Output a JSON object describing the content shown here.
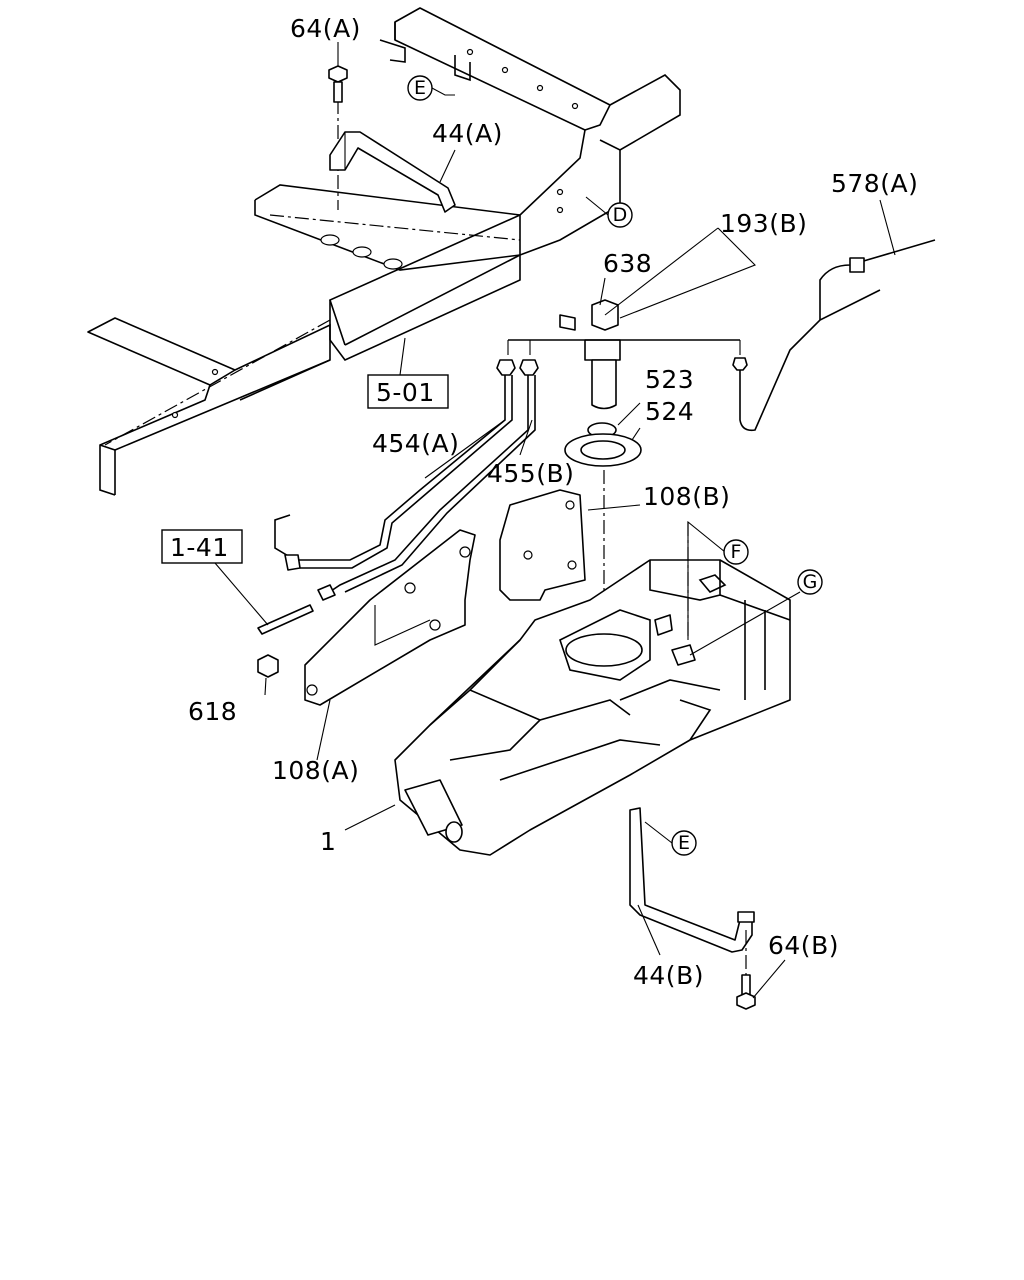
{
  "callouts": {
    "c_64a": "64(A)",
    "c_44a": "44(A)",
    "c_578a": "578(A)",
    "c_193b": "193(B)",
    "c_638": "638",
    "c_523": "523",
    "c_524": "524",
    "c_454a": "454(A)",
    "c_455b": "455(B)",
    "c_108b": "108(B)",
    "c_618": "618",
    "c_108a": "108(A)",
    "c_1": "1",
    "c_44b": "44(B)",
    "c_64b": "64(B)"
  },
  "references": {
    "r_501": "5-01",
    "r_141": "1-41"
  },
  "markers": {
    "m_e_top": "E",
    "m_d": "D",
    "m_f": "F",
    "m_g": "G",
    "m_e_bottom": "E"
  }
}
